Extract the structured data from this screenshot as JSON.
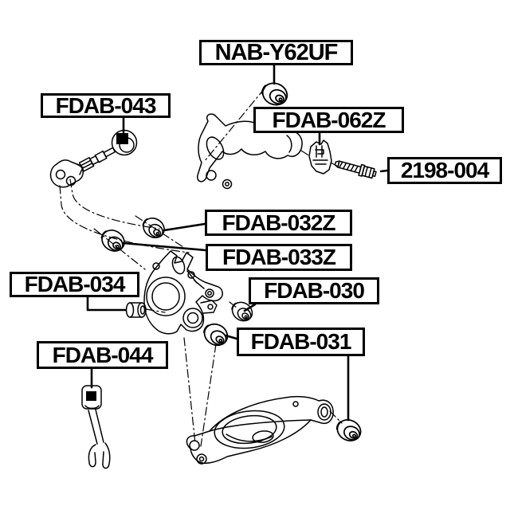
{
  "diagram": {
    "type": "exploded parts line diagram",
    "labels": [
      {
        "id": "nab-y62uf",
        "text": "NAB-Y62UF"
      },
      {
        "id": "fdab-043",
        "text": "FDAB-043"
      },
      {
        "id": "fdab-062z",
        "text": "FDAB-062Z"
      },
      {
        "id": "2198-004",
        "text": "2198-004"
      },
      {
        "id": "fdab-032z",
        "text": "FDAB-032Z"
      },
      {
        "id": "fdab-033z",
        "text": "FDAB-033Z"
      },
      {
        "id": "fdab-034",
        "text": "FDAB-034"
      },
      {
        "id": "fdab-030",
        "text": "FDAB-030"
      },
      {
        "id": "fdab-031",
        "text": "FDAB-031"
      },
      {
        "id": "fdab-044",
        "text": "FDAB-044"
      }
    ],
    "colors": {
      "ink": "#000000",
      "background": "#ffffff"
    }
  }
}
